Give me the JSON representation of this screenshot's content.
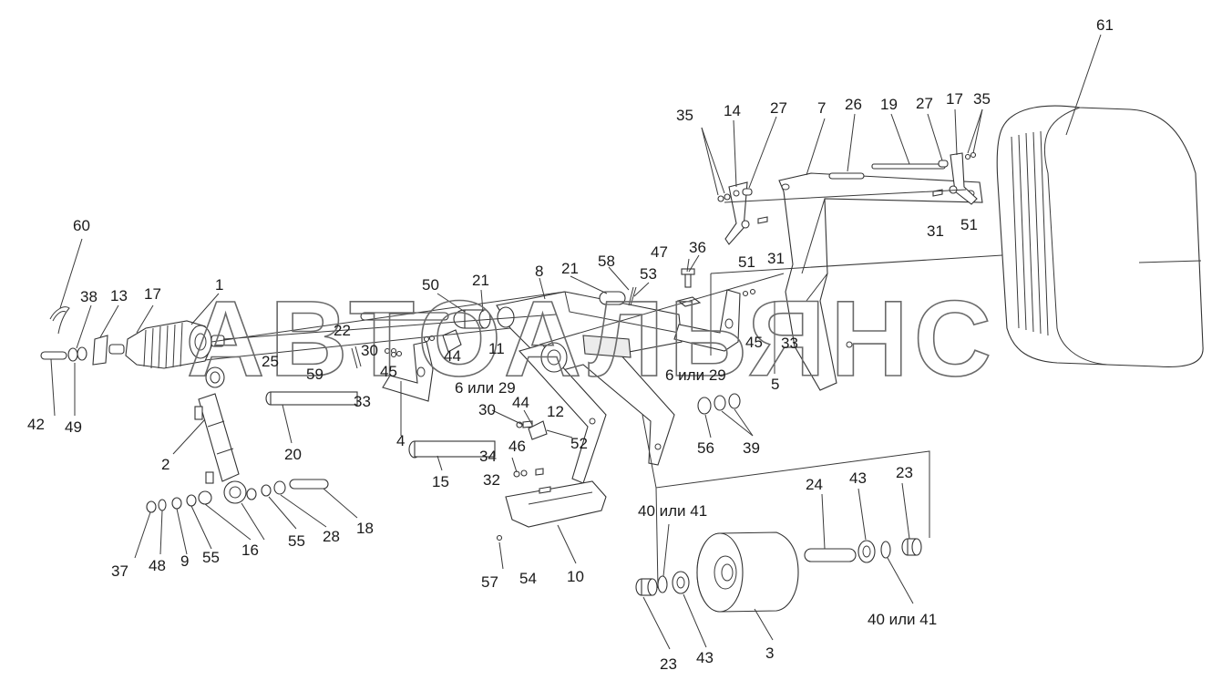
{
  "watermark": "АВТОАЛЬЯНС",
  "callouts": [
    {
      "id": "c61",
      "text": "61"
    },
    {
      "id": "c35a",
      "text": "35"
    },
    {
      "id": "c14",
      "text": "14"
    },
    {
      "id": "c27a",
      "text": "27"
    },
    {
      "id": "c7",
      "text": "7"
    },
    {
      "id": "c26",
      "text": "26"
    },
    {
      "id": "c19",
      "text": "19"
    },
    {
      "id": "c27b",
      "text": "27"
    },
    {
      "id": "c17a",
      "text": "17"
    },
    {
      "id": "c35b",
      "text": "35"
    },
    {
      "id": "c31a",
      "text": "31"
    },
    {
      "id": "c51a",
      "text": "51"
    },
    {
      "id": "c51b",
      "text": "51"
    },
    {
      "id": "c31b",
      "text": "31"
    },
    {
      "id": "c36",
      "text": "36"
    },
    {
      "id": "c47",
      "text": "47"
    },
    {
      "id": "c60",
      "text": "60"
    },
    {
      "id": "c38",
      "text": "38"
    },
    {
      "id": "c13",
      "text": "13"
    },
    {
      "id": "c17b",
      "text": "17"
    },
    {
      "id": "c1",
      "text": "1"
    },
    {
      "id": "c50",
      "text": "50"
    },
    {
      "id": "c21a",
      "text": "21"
    },
    {
      "id": "c8",
      "text": "8"
    },
    {
      "id": "c21b",
      "text": "21"
    },
    {
      "id": "c58",
      "text": "58"
    },
    {
      "id": "c53",
      "text": "53"
    },
    {
      "id": "c22",
      "text": "22"
    },
    {
      "id": "c30a",
      "text": "30"
    },
    {
      "id": "c25",
      "text": "25"
    },
    {
      "id": "c59",
      "text": "59"
    },
    {
      "id": "c45a",
      "text": "45"
    },
    {
      "id": "c33a",
      "text": "33"
    },
    {
      "id": "c44a",
      "text": "44"
    },
    {
      "id": "c11",
      "text": "11"
    },
    {
      "id": "c6a",
      "text": "6 или 29"
    },
    {
      "id": "c6b",
      "text": "6 или 29"
    },
    {
      "id": "c45b",
      "text": "45"
    },
    {
      "id": "c33b",
      "text": "33"
    },
    {
      "id": "c5",
      "text": "5"
    },
    {
      "id": "c42",
      "text": "42"
    },
    {
      "id": "c49",
      "text": "49"
    },
    {
      "id": "c2",
      "text": "2"
    },
    {
      "id": "c20",
      "text": "20"
    },
    {
      "id": "c4",
      "text": "4"
    },
    {
      "id": "c30b",
      "text": "30"
    },
    {
      "id": "c44b",
      "text": "44"
    },
    {
      "id": "c12",
      "text": "12"
    },
    {
      "id": "c46",
      "text": "46"
    },
    {
      "id": "c52",
      "text": "52"
    },
    {
      "id": "c34",
      "text": "34"
    },
    {
      "id": "c15",
      "text": "15"
    },
    {
      "id": "c32",
      "text": "32"
    },
    {
      "id": "c56",
      "text": "56"
    },
    {
      "id": "c39",
      "text": "39"
    },
    {
      "id": "c40a",
      "text": "40 или 41"
    },
    {
      "id": "c24",
      "text": "24"
    },
    {
      "id": "c43a",
      "text": "43"
    },
    {
      "id": "c23a",
      "text": "23"
    },
    {
      "id": "c37",
      "text": "37"
    },
    {
      "id": "c48",
      "text": "48"
    },
    {
      "id": "c9",
      "text": "9"
    },
    {
      "id": "c55a",
      "text": "55"
    },
    {
      "id": "c16",
      "text": "16"
    },
    {
      "id": "c55b",
      "text": "55"
    },
    {
      "id": "c28",
      "text": "28"
    },
    {
      "id": "c18",
      "text": "18"
    },
    {
      "id": "c57",
      "text": "57"
    },
    {
      "id": "c54",
      "text": "54"
    },
    {
      "id": "c10",
      "text": "10"
    },
    {
      "id": "c40b",
      "text": "40 или 41"
    },
    {
      "id": "c23b",
      "text": "23"
    },
    {
      "id": "c43b",
      "text": "43"
    },
    {
      "id": "c3",
      "text": "3"
    }
  ]
}
